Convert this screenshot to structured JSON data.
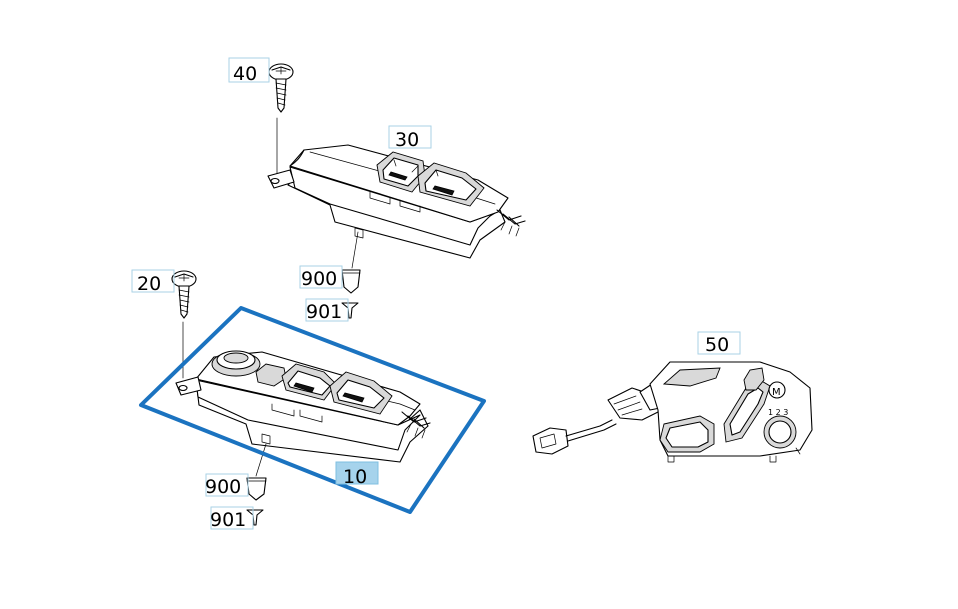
{
  "diagram": {
    "callouts": [
      {
        "id": "c40",
        "label": "40"
      },
      {
        "id": "c30",
        "label": "30"
      },
      {
        "id": "c20",
        "label": "20"
      },
      {
        "id": "c900a",
        "label": "900"
      },
      {
        "id": "c901a",
        "label": "901"
      },
      {
        "id": "c10",
        "label": "10",
        "selected": true
      },
      {
        "id": "c900b",
        "label": "900"
      },
      {
        "id": "c901b",
        "label": "901"
      },
      {
        "id": "c50",
        "label": "50"
      }
    ],
    "colors": {
      "selection": "#1b73c0",
      "callout_border": "#a9d2e6",
      "callout_highlight": "#a6d3ec"
    }
  }
}
